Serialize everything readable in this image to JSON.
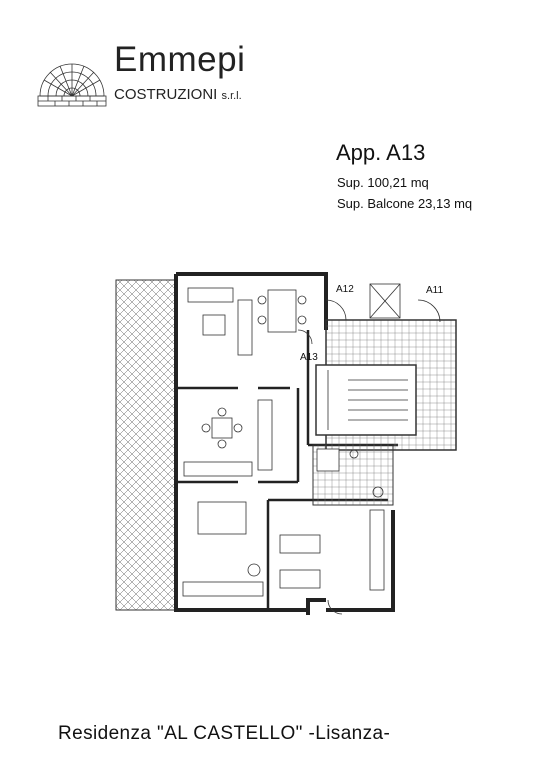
{
  "logo": {
    "name": "Emmepi",
    "subtitle_main": "COSTRUZIONI",
    "subtitle_suffix": "s.r.l."
  },
  "apartment": {
    "title": "App. A13",
    "surface": "Sup. 100,21 mq",
    "balcony": "Sup. Balcone 23,13 mq"
  },
  "plan_labels": {
    "a12": "A12",
    "a11": "A11",
    "a13": "A13"
  },
  "footer": {
    "title": "Residenza \"AL CASTELLO\" -Lisanza-"
  },
  "colors": {
    "ink": "#111111",
    "wall": "#222222",
    "hatch": "#555555"
  }
}
